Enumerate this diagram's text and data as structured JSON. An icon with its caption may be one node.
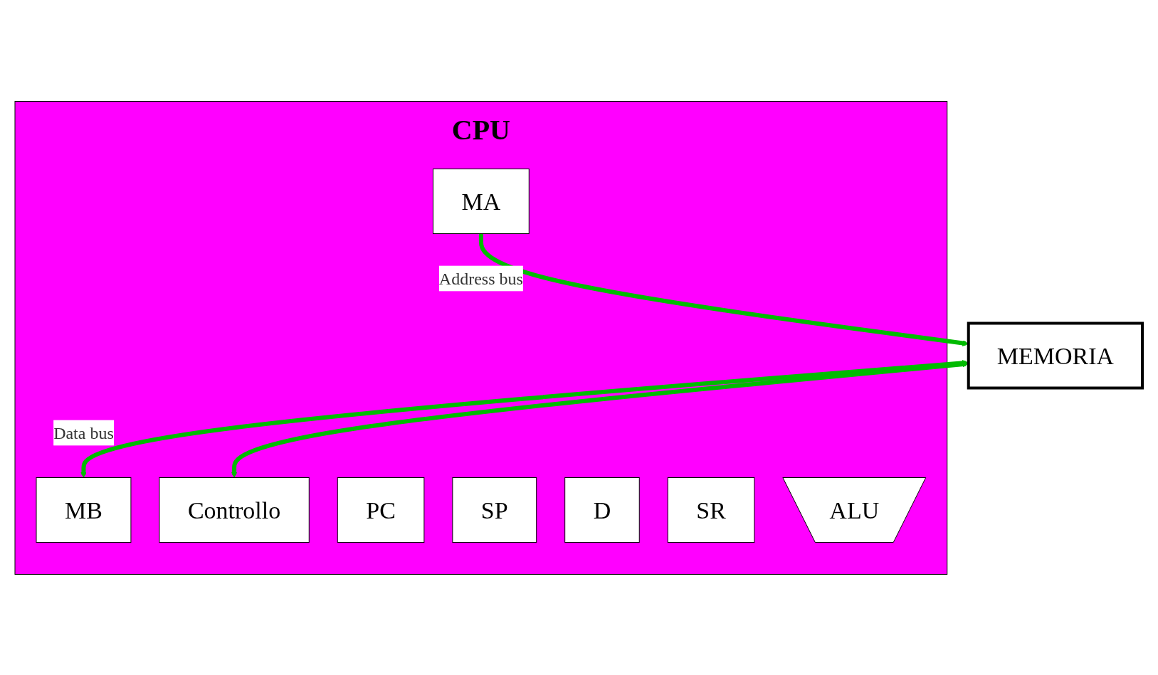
{
  "diagram": {
    "nodes": [
      {
        "text": [
          "MEMORIA"
        ]
      },
      {
        "text": [
          "CPU"
        ]
      },
      {
        "text": [
          "MA"
        ],
        "in": 1
      },
      {
        "text": [
          "MB"
        ],
        "in": 1
      },
      {
        "text": [
          "Controllo"
        ],
        "in": 1
      },
      {
        "text": [
          "PC"
        ],
        "in": 1
      },
      {
        "text": [
          "SP"
        ],
        "in": 1
      },
      {
        "text": [
          "D"
        ],
        "in": 1
      },
      {
        "text": [
          "SR"
        ],
        "in": 1
      },
      {
        "text": [
          "ALU"
        ],
        "in": 1
      }
    ],
    "edges": [
      {
        "from": 2,
        "to": 0,
        "arrow": "to",
        "label": "Address bus",
        "color": "#00bb00"
      },
      {
        "from": 0,
        "to": 3,
        "arrow": "both",
        "label": "Data bus",
        "color": "#00bb00"
      },
      {
        "from": 0,
        "to": 4,
        "arrow": "both",
        "color": "#00bb00"
      }
    ]
  }
}
